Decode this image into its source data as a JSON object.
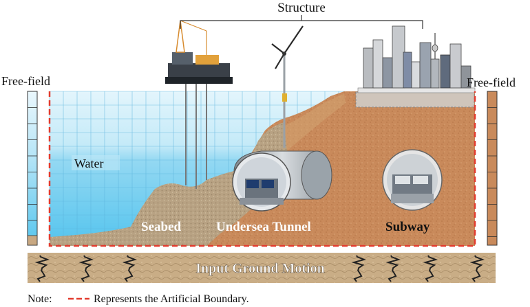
{
  "labels": {
    "structure": "Structure",
    "free_field_left": "Free-field",
    "free_field_right": "Free-field",
    "water": "Water",
    "seabed": "Seabed",
    "undersea_tunnel": "Undersea Tunnel",
    "subway": "Subway",
    "input_ground_motion": "Input Ground Motion"
  },
  "note": {
    "prefix": "Note:",
    "text": "Represents the Artificial Boundary."
  },
  "colors": {
    "water_light": "#d7f1fb",
    "water_mid": "#9fdcf3",
    "water_deep": "#5ec9ef",
    "grid_line": "#4aa8d6",
    "soil": "#c8895a",
    "soil_light": "#d9a373",
    "seabed": "#b9a584",
    "ground_band": "#c9ae88",
    "boundary": "#e23b2e",
    "subway_text": "#111111",
    "white_text": "#ffffff"
  }
}
